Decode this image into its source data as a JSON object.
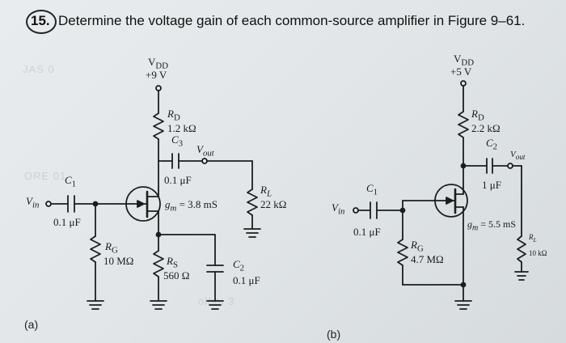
{
  "problem": {
    "number": "15.",
    "text": "Determine the voltage gain of each common-source amplifier in Figure 9–61."
  },
  "circuit_a": {
    "tag": "(a)",
    "vdd_name": "V",
    "vdd_sub": "DD",
    "vdd_value": "+9 V",
    "rd_name": "R",
    "rd_sub": "D",
    "rd_value": "1.2 kΩ",
    "c3_name": "C",
    "c3_sub": "3",
    "c3_value": "0.1 μF",
    "vout_name": "V",
    "vout_sub": "out",
    "c1_name": "C",
    "c1_sub": "1",
    "c1_value": "0.1 μF",
    "vin_name": "V",
    "vin_sub": "in",
    "gm_name": "g",
    "gm_sub": "m",
    "gm_value": " = 3.8 mS",
    "rl_name": "R",
    "rl_sub": "L",
    "rl_value": "22 kΩ",
    "rg_name": "R",
    "rg_sub": "G",
    "rg_value": "10 MΩ",
    "rs_name": "R",
    "rs_sub": "S",
    "rs_value": "560 Ω",
    "c2_name": "C",
    "c2_sub": "2",
    "c2_value": "0.1 μF"
  },
  "circuit_b": {
    "tag": "(b)",
    "vdd_name": "V",
    "vdd_sub": "DD",
    "vdd_value": "+5 V",
    "rd_name": "R",
    "rd_sub": "D",
    "rd_value": "2.2 kΩ",
    "c2_name": "C",
    "c2_sub": "2",
    "c2_value": "1 μF",
    "vout_name": "V",
    "vout_sub": "out",
    "c1_name": "C",
    "c1_sub": "1",
    "c1_value": "0.1 μF",
    "vin_name": "V",
    "vin_sub": "in",
    "gm_name": "g",
    "gm_sub": "m",
    "gm_value": " = 5.5 mS",
    "rg_name": "R",
    "rg_sub": "G",
    "rg_value": "4.7 MΩ",
    "rl_name": "R",
    "rl_sub": "L",
    "rl_value": "10 kΩ"
  }
}
